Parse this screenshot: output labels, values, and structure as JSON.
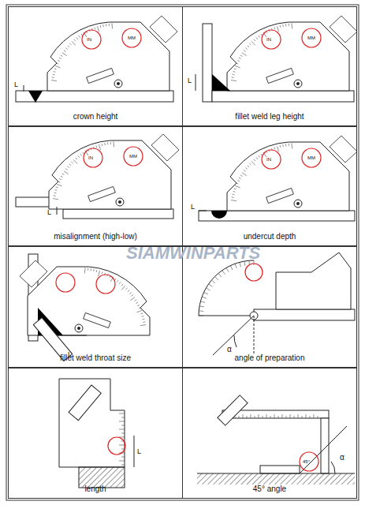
{
  "diagram": {
    "nodes": [
      {
        "text": [
          "crown height"
        ]
      },
      {
        "text": [
          "fillet weld leg height"
        ]
      },
      {
        "text": [
          "misalignment (high-low)"
        ]
      },
      {
        "text": [
          "undercut depth"
        ]
      },
      {
        "text": [
          "fillet weld throat size"
        ]
      },
      {
        "text": [
          "angle of preparation"
        ]
      },
      {
        "text": [
          "length"
        ]
      },
      {
        "text": [
          "45° angle"
        ]
      }
    ],
    "labels": [
      "SIAMWINPARTS",
      "L",
      "IN",
      "MM",
      "L",
      "IN",
      "MM",
      "L",
      "IN",
      "MM",
      "L",
      "IN",
      "MM",
      "L",
      "α",
      "L",
      "α",
      "45°"
    ]
  }
}
